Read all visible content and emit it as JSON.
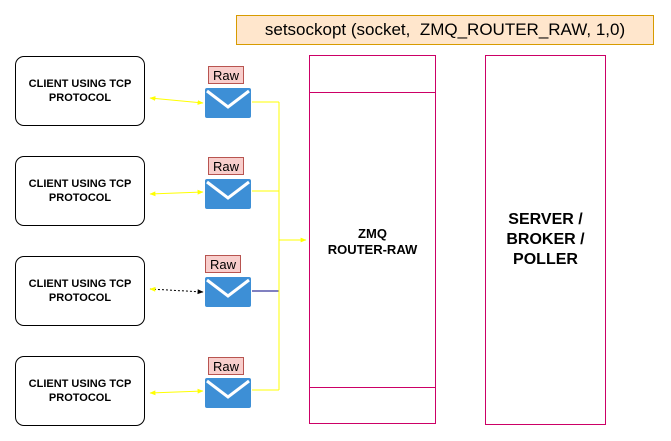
{
  "title": "setsockopt (socket,  ZMQ_ROUTER_RAW, 1,0)",
  "clients": [
    {
      "label": "CLIENT USING TCP PROTOCOL",
      "tag": "Raw"
    },
    {
      "label": "CLIENT USING TCP PROTOCOL",
      "tag": "Raw"
    },
    {
      "label": "CLIENT USING TCP PROTOCOL",
      "tag": "Raw"
    },
    {
      "label": "CLIENT USING TCP PROTOCOL",
      "tag": "Raw"
    }
  ],
  "router": {
    "line1": "ZMQ",
    "line2": "ROUTER-RAW"
  },
  "server": {
    "line1": "SERVER /",
    "line2": "BROKER /",
    "line3": "POLLER"
  },
  "colors": {
    "connector": "#ffff00",
    "highlight_connector": "#000080",
    "envelope": "#3d8fd6",
    "router_border": "#cc0066",
    "title_fill": "#ffe6cc",
    "tag_fill": "#f8cecc"
  },
  "icons": {
    "envelope": "envelope-icon"
  }
}
